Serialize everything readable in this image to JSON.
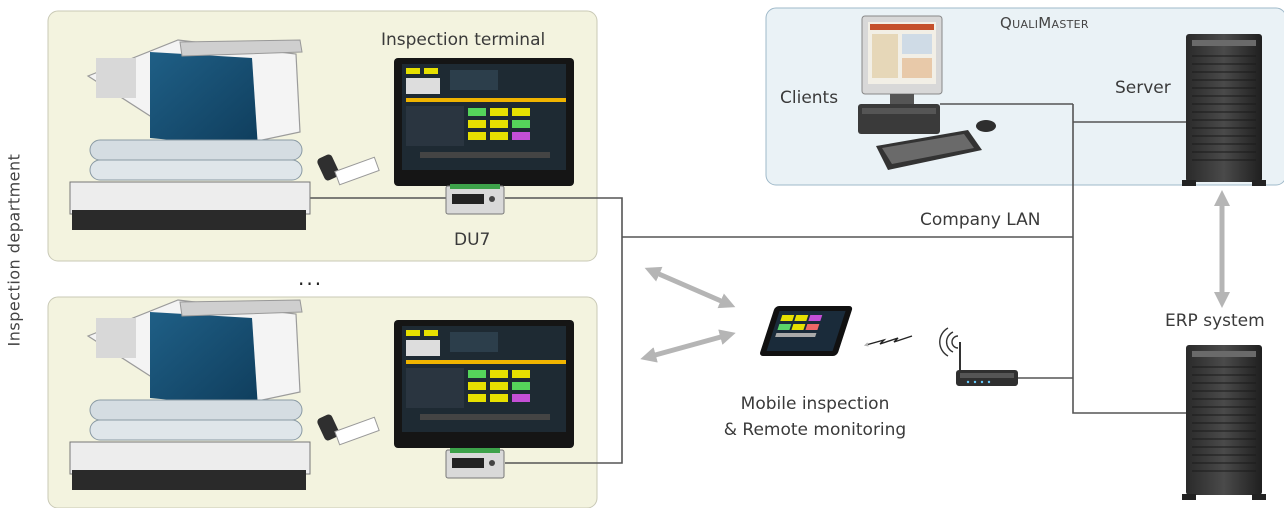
{
  "labels": {
    "inspection_terminal": "Inspection terminal",
    "du7": "DU7",
    "inspection_department": "Inspection department",
    "ellipsis": "...",
    "clients": "Clients",
    "server": "Server",
    "company_lan": "Company LAN",
    "erp_system": "ERP system",
    "mobile_line1": "Mobile inspection",
    "mobile_line2": "& Remote monitoring",
    "qualimaster_q": "Q",
    "qualimaster_uali": "UALI",
    "qualimaster_m": "M",
    "qualimaster_aster": "ASTER"
  },
  "colors": {
    "inspection_panel": "#f3f3df",
    "qualimaster_panel": "#eaf2f6",
    "arrow": "#b5b5b5",
    "line": "#555555"
  }
}
